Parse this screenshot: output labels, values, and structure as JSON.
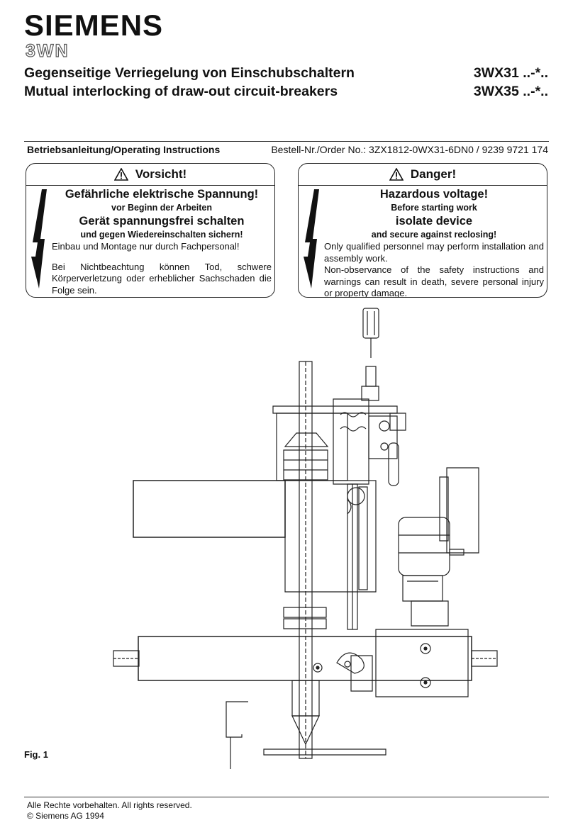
{
  "header": {
    "brand": "SIEMENS",
    "model": "3WN",
    "title_de": "Gegenseitige Verriegelung von Einschubschaltern",
    "title_en": "Mutual interlocking of draw-out circuit-breakers",
    "code_1": "3WX31 ..-*..",
    "code_2": "3WX35 ..-*.."
  },
  "doc_info": {
    "operating_instructions": "Betriebsanleitung/Operating Instructions",
    "order_no": "Bestell-Nr./Order No.: 3ZX1812-0WX31-6DN0 / 9239 9721 174"
  },
  "warning_de": {
    "title": "Vorsicht!",
    "line1": "Gefährliche elektrische Spannung!",
    "line2": "vor Beginn der Arbeiten",
    "line3": "Gerät spannungsfrei schalten",
    "line4": "und gegen Wiedereinschalten sichern!",
    "line5": "Einbau und Montage nur durch Fachpersonal!",
    "line6": "Bei Nichtbeachtung können Tod, schwere Körperverletzung oder erheblicher Sachschaden die Folge sein."
  },
  "warning_en": {
    "title": "Danger!",
    "line1": "Hazardous voltage!",
    "line2": "Before starting work",
    "line3": "isolate device",
    "line4": "and secure against reclosing!",
    "line5": "Only qualified personnel may perform installation and assembly work.",
    "line6": "Non-observance of the safety instructions and warnings can result in death, severe personal injury or property damage."
  },
  "figure": {
    "label": "Fig. 1"
  },
  "footer": {
    "rights": "Alle Rechte vorbehalten. All rights reserved.",
    "copyright": "© Siemens AG 1994"
  }
}
